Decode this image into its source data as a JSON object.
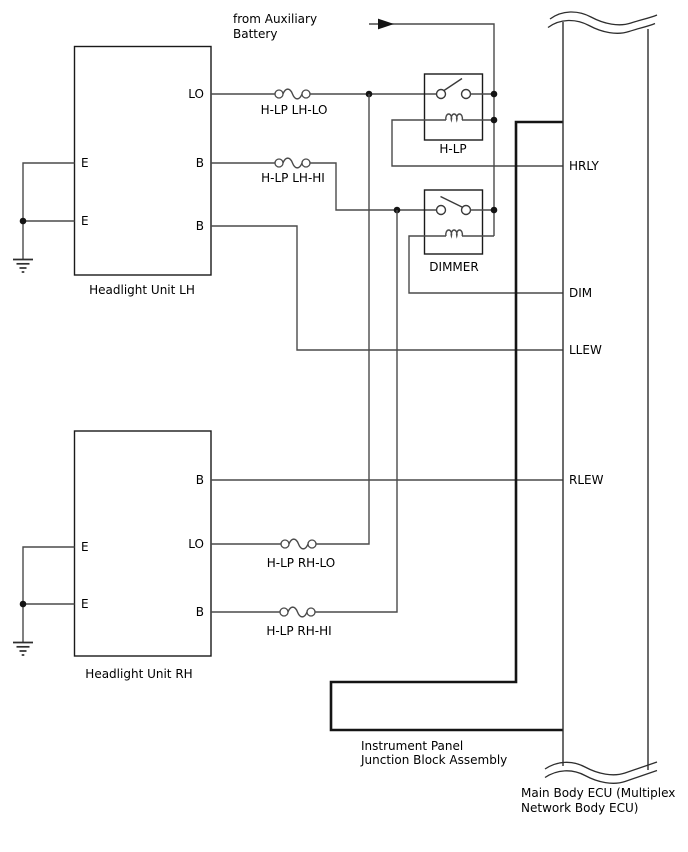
{
  "diagram": {
    "source_note": {
      "line1": "from Auxiliary",
      "line2": "Battery"
    },
    "headlight_unit_lh": {
      "label": "Headlight Unit LH",
      "terminals": {
        "lo": "LO",
        "b_hi": "B",
        "b_low": "B",
        "e_upper": "E",
        "e_lower": "E"
      }
    },
    "headlight_unit_rh": {
      "label": "Headlight Unit RH",
      "terminals": {
        "b_rlew": "B",
        "lo": "LO",
        "b_hi": "B",
        "e_upper": "E",
        "e_lower": "E"
      }
    },
    "fuses": {
      "lh_lo": "H-LP LH-LO",
      "lh_hi": "H-LP LH-HI",
      "rh_lo": "H-LP RH-LO",
      "rh_hi": "H-LP RH-HI"
    },
    "relays": {
      "headlamp": "H-LP",
      "dimmer": "DIMMER"
    },
    "junction_block": {
      "label_line1": "Instrument Panel",
      "label_line2": "Junction Block Assembly"
    },
    "main_body_ecu": {
      "label_line1": "Main Body ECU (Multiplex",
      "label_line2": "Network Body ECU)",
      "pins": {
        "hrly": "HRLY",
        "dim": "DIM",
        "llew": "LLEW",
        "rlew": "RLEW"
      }
    },
    "colors": {
      "wire": "#4a4a4a",
      "outline": "#000000",
      "text": "#000000",
      "background": "#ffffff"
    }
  }
}
